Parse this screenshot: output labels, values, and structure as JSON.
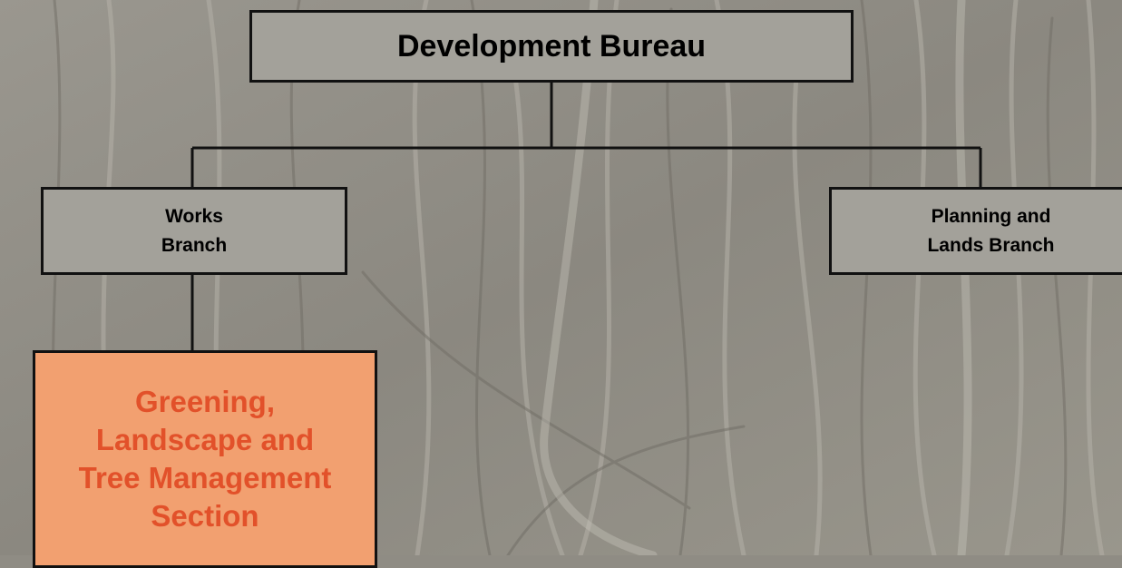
{
  "diagram": {
    "type": "org-chart",
    "root": {
      "label": "Development Bureau"
    },
    "branches": [
      {
        "label": "Works\nBranch"
      },
      {
        "label": "Planning and\nLands Branch"
      }
    ],
    "sub_sections": [
      {
        "label": "Greening,\nLandscape and\nTree Management\nSection",
        "parent": "Works\nBranch",
        "highlight_color": "#e2512a"
      }
    ]
  },
  "colors": {
    "highlight_fill": "#f2a070",
    "highlight_text": "#e2512a",
    "line": "#111111"
  }
}
